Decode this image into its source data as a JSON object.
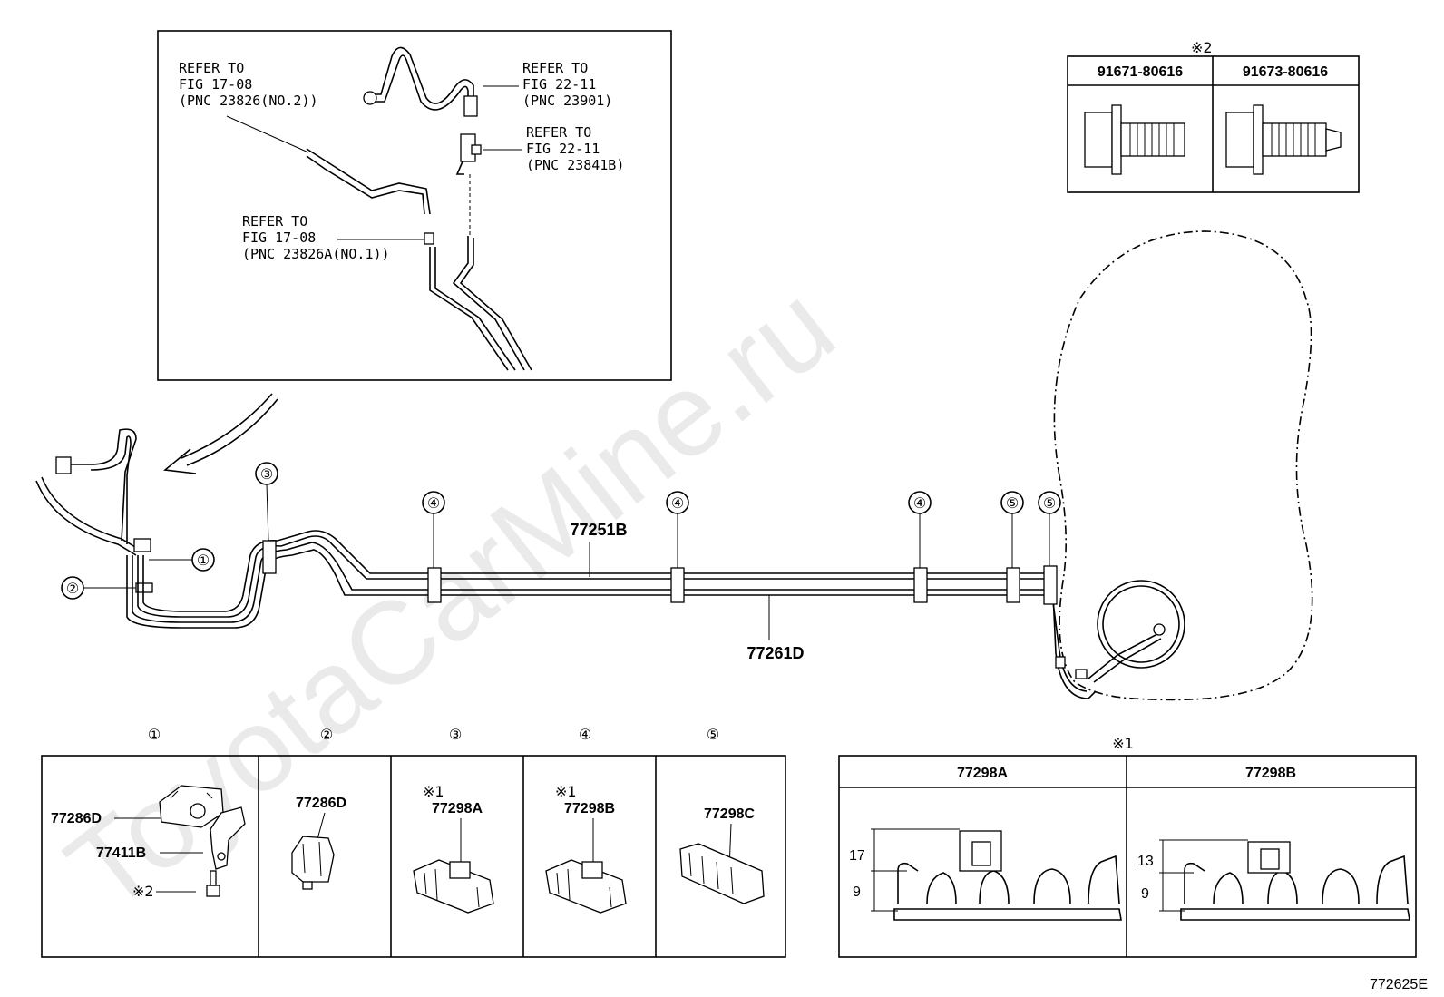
{
  "watermark": "ToyotaCarMine.ru",
  "inset": {
    "refs": [
      {
        "l1": "REFER TO",
        "l2": "FIG 17-08",
        "l3": "(PNC 23826(NO.2))"
      },
      {
        "l1": "REFER TO",
        "l2": "FIG 22-11",
        "l3": "(PNC 23901)"
      },
      {
        "l1": "REFER TO",
        "l2": "FIG 22-11",
        "l3": "(PNC 23841B)"
      },
      {
        "l1": "REFER TO",
        "l2": "FIG 17-08",
        "l3": "(PNC 23826A(NO.1))"
      }
    ]
  },
  "bolt_table": {
    "note": "※2",
    "headers": [
      "91671-80616",
      "91673-80616"
    ]
  },
  "main_parts": {
    "tube_upper": "77251B",
    "tube_lower": "77261D"
  },
  "callouts": [
    "①",
    "②",
    "③",
    "④",
    "⑤"
  ],
  "clamp_table": {
    "headers": [
      "①",
      "②",
      "③",
      "④",
      "⑤"
    ],
    "cell1": {
      "a": "77286D",
      "b": "77411B",
      "note": "※2"
    },
    "cell2": {
      "a": "77286D"
    },
    "cell3": {
      "note": "※1",
      "a": "77298A"
    },
    "cell4": {
      "note": "※1",
      "a": "77298B"
    },
    "cell5": {
      "a": "77298C"
    }
  },
  "clip_table": {
    "note": "※1",
    "headers": [
      "77298A",
      "77298B"
    ],
    "dims_a": [
      "17",
      "9"
    ],
    "dims_b": [
      "13",
      "9"
    ]
  },
  "figure_id": "772625E"
}
